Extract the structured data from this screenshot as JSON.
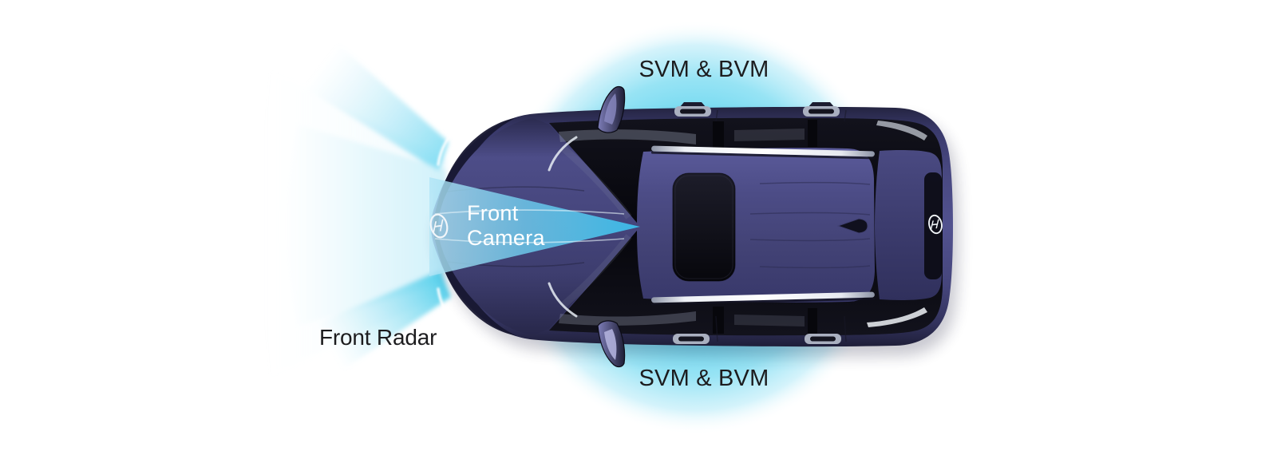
{
  "diagram": {
    "description": "top-down vehicle ADAS sensor coverage diagram",
    "background_color": "#ffffff",
    "labels": {
      "svm_bvm_top": "SVM & BVM",
      "svm_bvm_bottom": "SVM & BVM",
      "front_camera_line1": "Front",
      "front_camera_line2": "Camera",
      "front_radar": "Front Radar"
    },
    "icons": {
      "brand_logo": "hyundai-logo"
    },
    "colors": {
      "svm_zone_cyan": "#6fd8f0",
      "camera_cone_cyan": "#3abfec",
      "radar_beam_cyan": "#55d0ec",
      "radar_beam_soft": "#bde9f7",
      "car_navy": "#4f4f8c",
      "glass_black": "#0a0a10",
      "label_dark": "#1c1c1e",
      "label_light": "#ffffff"
    }
  }
}
